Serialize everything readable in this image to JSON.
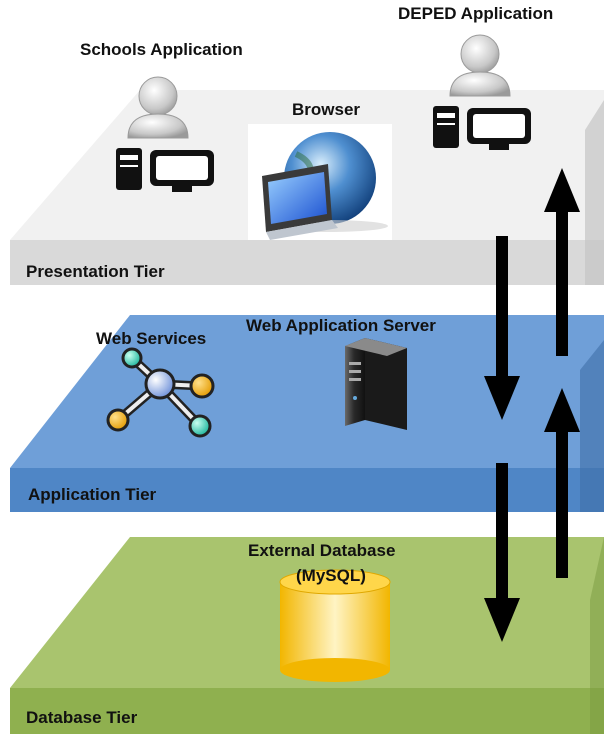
{
  "tiers": {
    "presentation": {
      "label": "Presentation Tier",
      "color_top": "#f1f1f1",
      "color_front": "#d9d9d9",
      "items": {
        "schools_app": "Schools Application",
        "browser": "Browser",
        "deped_app": "DEPED Application"
      }
    },
    "application": {
      "label": "Application Tier",
      "color_top": "#6f9fd8",
      "color_front": "#4f86c6",
      "items": {
        "web_services": "Web Services",
        "web_app_server": "Web Application Server"
      }
    },
    "database": {
      "label": "Database Tier",
      "color_top": "#a9c46e",
      "color_front": "#8fb04f",
      "items": {
        "external_db_line1": "External Database",
        "external_db_line2": "(MySQL)"
      }
    }
  },
  "icons": {
    "user": "user-icon",
    "computer": "computer-icon",
    "globe": "globe-browser-icon",
    "network": "web-services-network-icon",
    "server": "server-tower-icon",
    "database": "database-cylinder-icon",
    "arrow": "flow-arrow-icon"
  }
}
